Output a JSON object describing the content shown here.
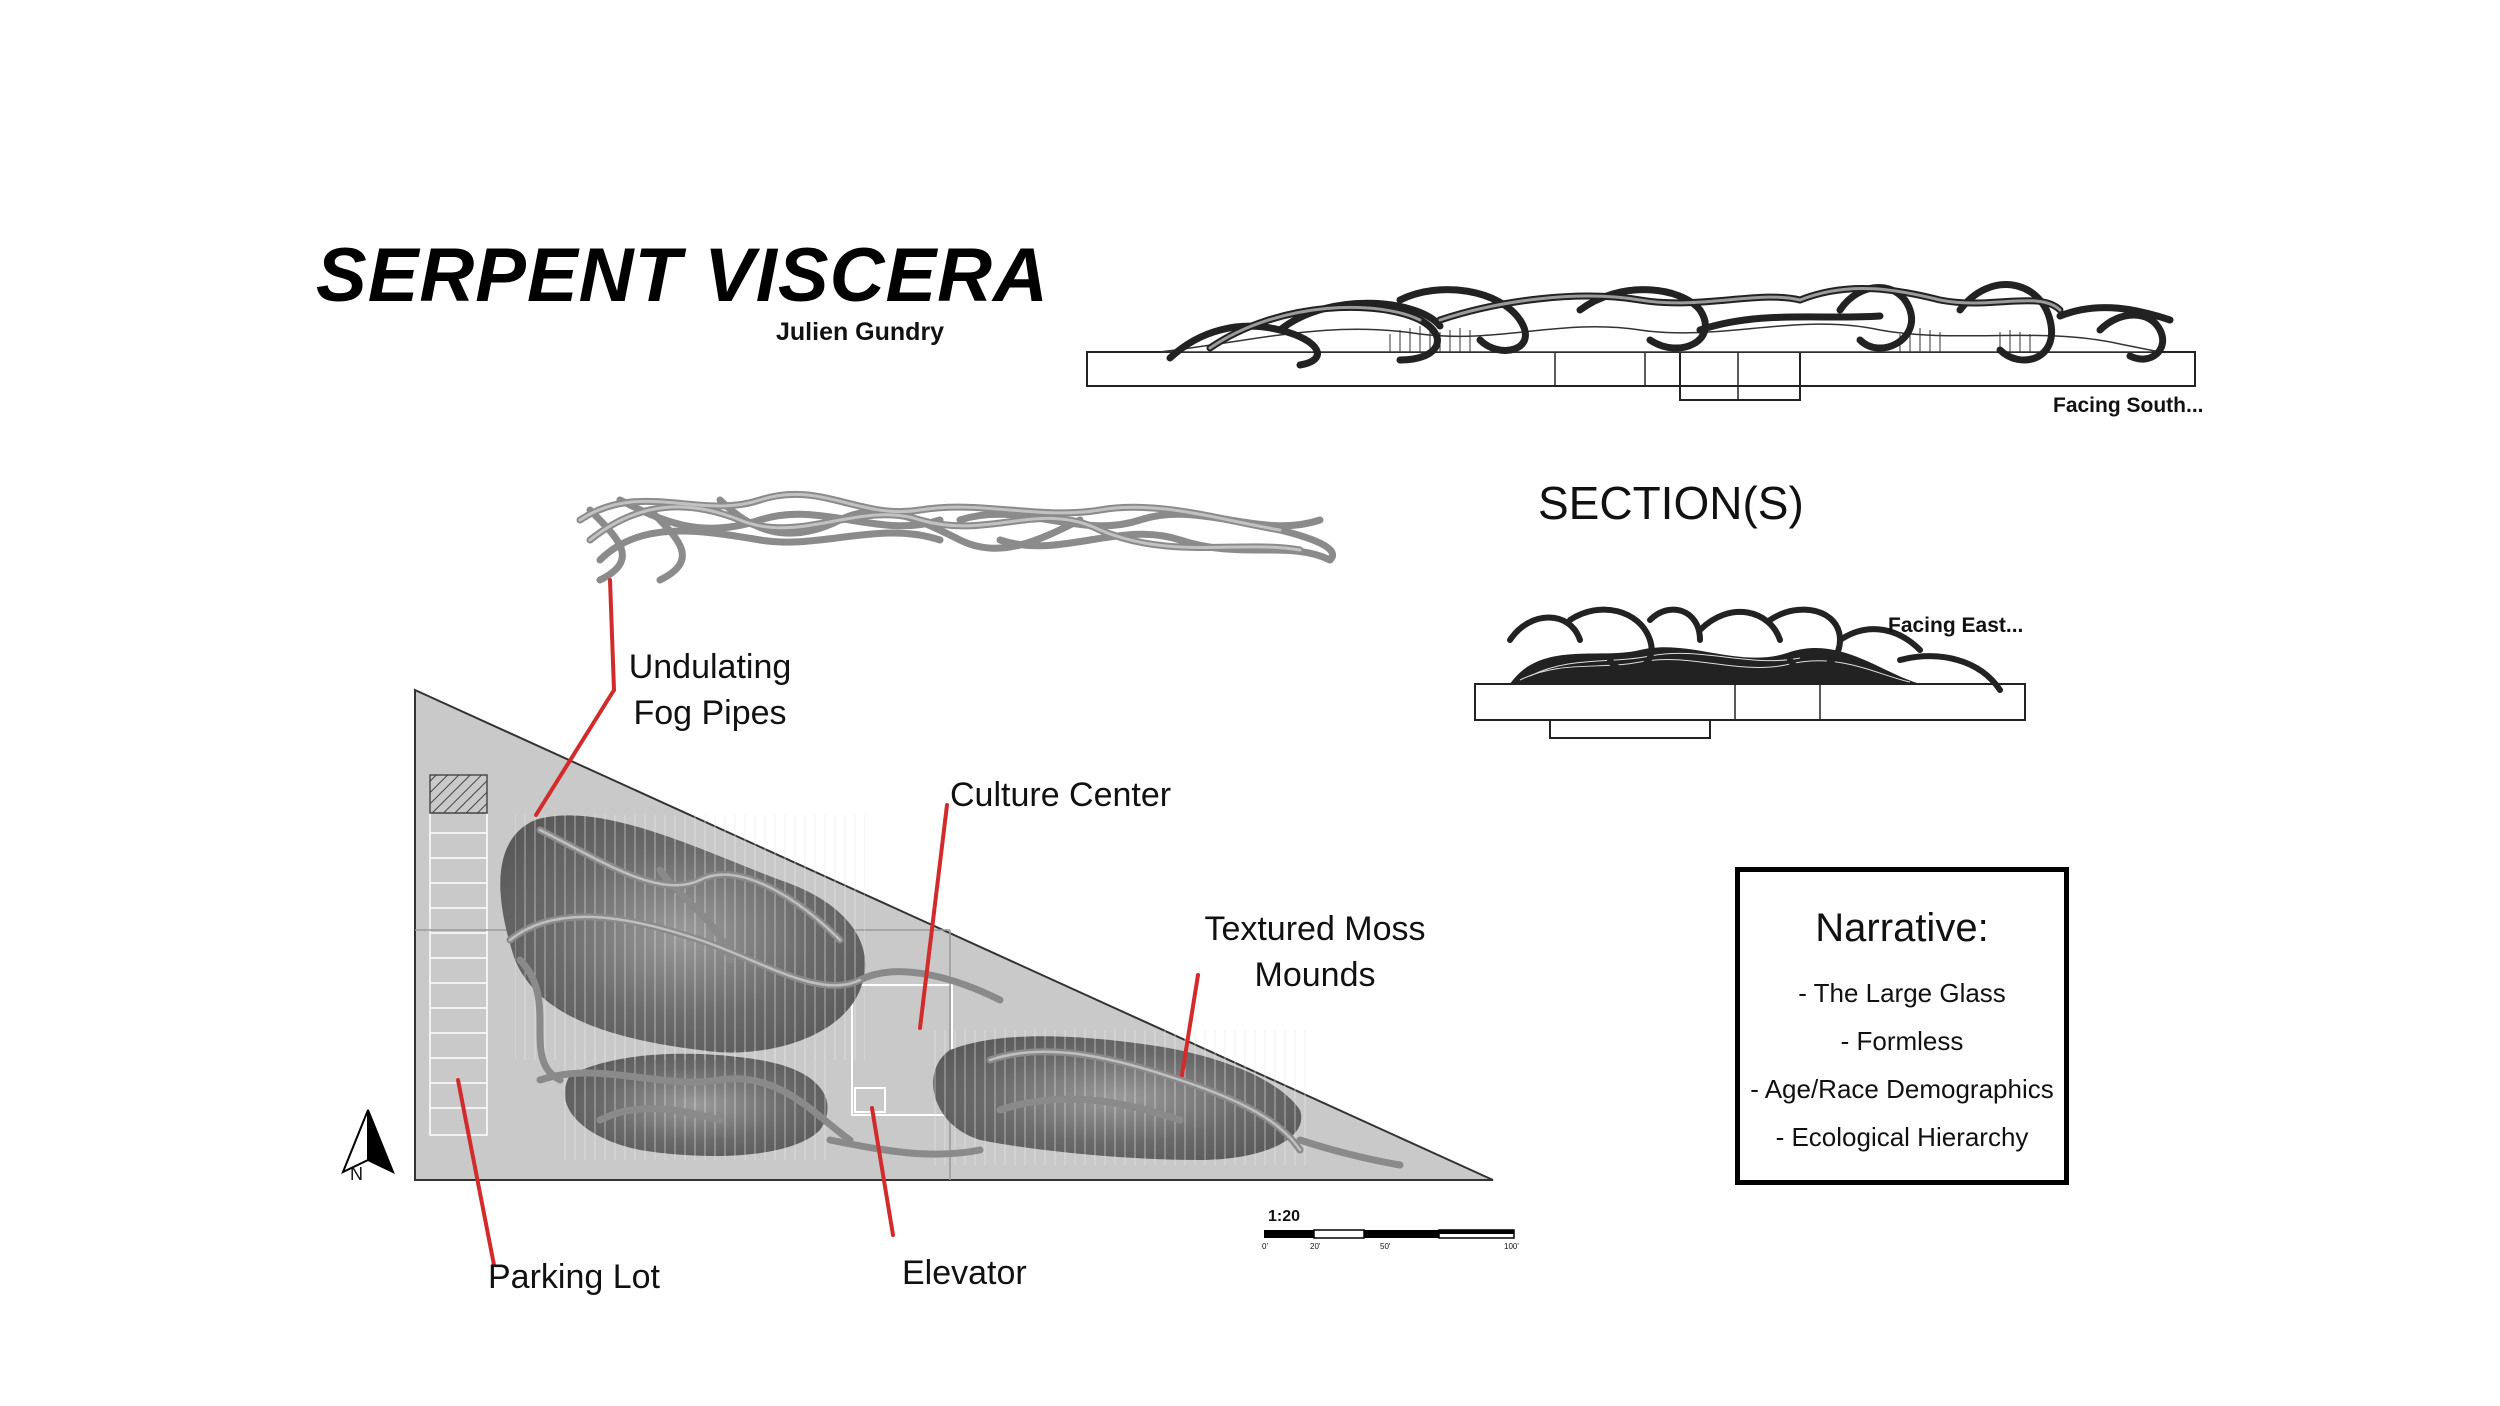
{
  "header": {
    "title": "SERPENT VISCERA",
    "author": "Julien Gundry"
  },
  "sections": {
    "title": "SECTION(S)",
    "south_caption": "Facing South...",
    "east_caption": "Facing East..."
  },
  "plan_labels": {
    "fog_pipes_line1": "Undulating",
    "fog_pipes_line2": "Fog Pipes",
    "culture_center": "Culture Center",
    "moss_line1": "Textured Moss",
    "moss_line2": "Mounds",
    "parking_lot": "Parking Lot",
    "elevator": "Elevator"
  },
  "north_arrow": {
    "label": "N",
    "icon": "north-arrow-icon"
  },
  "scale_bar": {
    "ratio": "1:20",
    "ticks": [
      "0'",
      "20'",
      "50'",
      "100'"
    ]
  },
  "narrative": {
    "title": "Narrative:",
    "items": [
      "- The Large Glass",
      "- Formless",
      "- Age/Race Demographics",
      "- Ecological Hierarchy"
    ]
  },
  "colors": {
    "site_fill": "#c9c9c9",
    "mound_fill": "#6e6e6e",
    "leader_red": "#d22b2b",
    "line_black": "#000000"
  }
}
